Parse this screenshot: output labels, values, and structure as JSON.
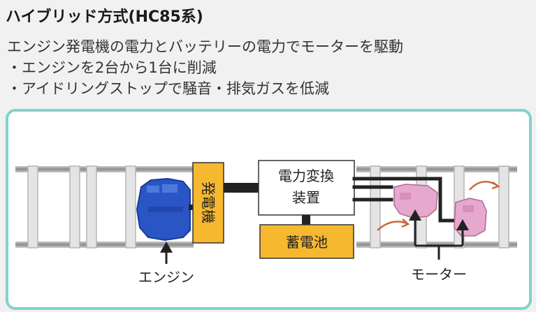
{
  "header": {
    "title": "ハイブリッド方式(HC85系)"
  },
  "description": {
    "line1": "エンジン発電機の電力とバッテリーの電力でモーターを駆動",
    "line2": "・エンジンを2台から1台に削減",
    "line3": "・アイドリングストップで騒音・排気ガスを低減"
  },
  "diagram": {
    "generator": "発電機",
    "converter_line1": "電力変換",
    "converter_line2": "装置",
    "battery": "蓄電池",
    "engine_label": "エンジン",
    "motor_label": "モーター"
  },
  "colors": {
    "box_yellow": "#f5b82e",
    "engine_blue": "#2a55c4",
    "motor_pink": "#e6a8cc",
    "panel_border": "#7fd3cd",
    "rotation_arrow": "#c8693a"
  }
}
